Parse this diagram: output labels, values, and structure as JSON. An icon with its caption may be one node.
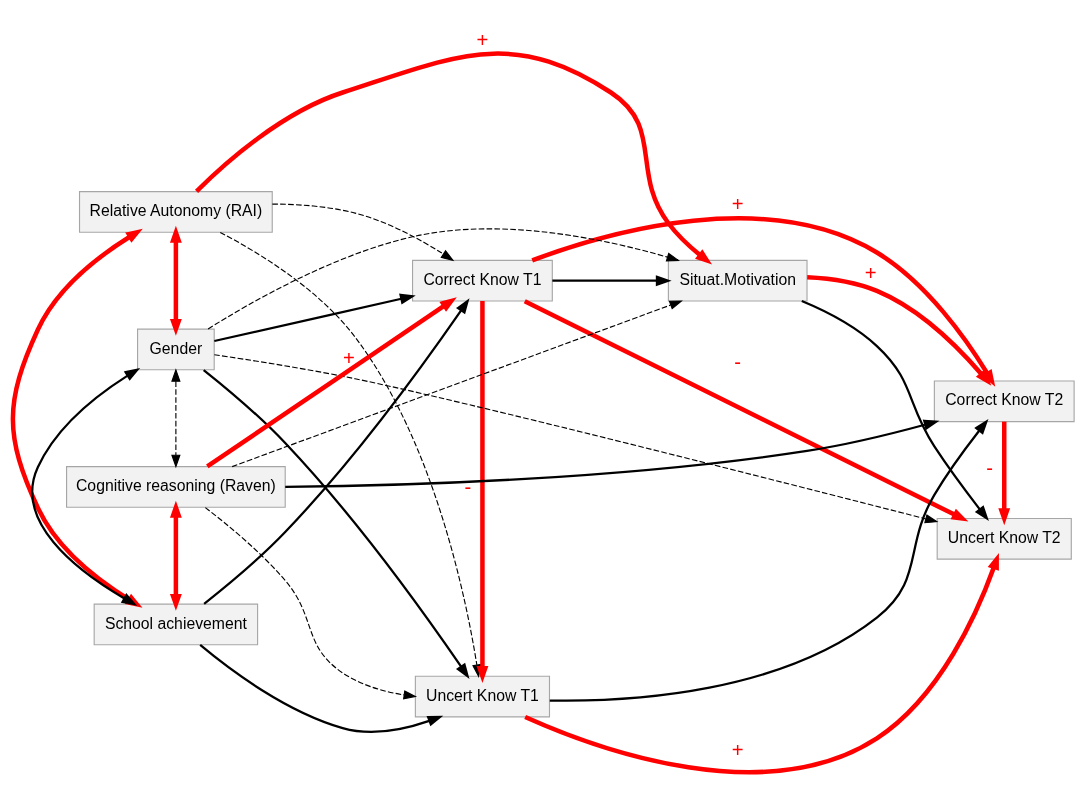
{
  "diagram": {
    "nodes": [
      {
        "text": [
          "Relative Autonomy (RAI)"
        ]
      },
      {
        "text": [
          "Correct Know T1"
        ]
      },
      {
        "text": [
          "Correct Know T2"
        ]
      },
      {
        "text": [
          "Gender"
        ]
      },
      {
        "text": [
          "Cognitive reasoning (Raven)"
        ]
      },
      {
        "text": [
          "Situat.Motivation"
        ]
      },
      {
        "text": [
          "School achievement"
        ]
      },
      {
        "text": [
          "Uncert Know T1"
        ]
      },
      {
        "text": [
          "Uncert Know T2"
        ]
      }
    ],
    "edges": [
      {
        "from": 0,
        "to": 1,
        "arrow": "to",
        "style": "dashed"
      },
      {
        "from": 1,
        "to": 2,
        "arrow": "to",
        "label": "+",
        "style": "thick",
        "color": "#ff0000"
      },
      {
        "from": 0,
        "to": 5,
        "arrow": "to",
        "label": "+",
        "style": "thick",
        "color": "#ff0000"
      },
      {
        "from": 0,
        "to": 7,
        "arrow": "to",
        "style": "dashed"
      },
      {
        "from": 0,
        "to": 3,
        "arrow": "both",
        "style": "thick",
        "color": "#ff0000"
      },
      {
        "from": 0,
        "to": 6,
        "arrow": "both",
        "style": "thick",
        "color": "#ff0000"
      },
      {
        "from": 3,
        "to": 1,
        "arrow": "to"
      },
      {
        "from": 3,
        "to": 7,
        "arrow": "to"
      },
      {
        "from": 3,
        "to": 5,
        "arrow": "to",
        "style": "dashed"
      },
      {
        "from": 3,
        "to": 8,
        "arrow": "to",
        "style": "dashed"
      },
      {
        "from": 3,
        "to": 4,
        "arrow": "both",
        "style": "dashed"
      },
      {
        "from": 3,
        "to": 6,
        "arrow": "both"
      },
      {
        "from": 4,
        "to": 6,
        "arrow": "both",
        "style": "thick",
        "color": "#ff0000"
      },
      {
        "from": 4,
        "to": 1,
        "arrow": "to",
        "label": "+",
        "style": "thick",
        "color": "#ff0000"
      },
      {
        "from": 4,
        "to": 2,
        "arrow": "to"
      },
      {
        "from": 4,
        "to": 5,
        "arrow": "to",
        "style": "dashed"
      },
      {
        "from": 4,
        "to": 7,
        "arrow": "to",
        "style": "dashed"
      },
      {
        "from": 6,
        "to": 1,
        "arrow": "to"
      },
      {
        "from": 6,
        "to": 7,
        "arrow": "to"
      },
      {
        "from": 1,
        "to": 7,
        "arrow": "to",
        "label": "-",
        "style": "thick",
        "color": "#ff0000"
      },
      {
        "from": 1,
        "to": 5,
        "arrow": "to"
      },
      {
        "from": 1,
        "to": 8,
        "arrow": "to",
        "label": "-",
        "style": "thick",
        "color": "#ff0000"
      },
      {
        "from": 5,
        "to": 2,
        "arrow": "to",
        "label": "+",
        "style": "thick",
        "color": "#ff0000"
      },
      {
        "from": 5,
        "to": 8,
        "arrow": "to"
      },
      {
        "from": 7,
        "to": 2,
        "arrow": "to"
      },
      {
        "from": 7,
        "to": 8,
        "arrow": "to",
        "label": "+",
        "style": "thick",
        "color": "#ff0000"
      },
      {
        "from": 2,
        "to": 8,
        "arrow": "to",
        "label": "-",
        "style": "thick",
        "color": "#ff0000"
      }
    ]
  }
}
